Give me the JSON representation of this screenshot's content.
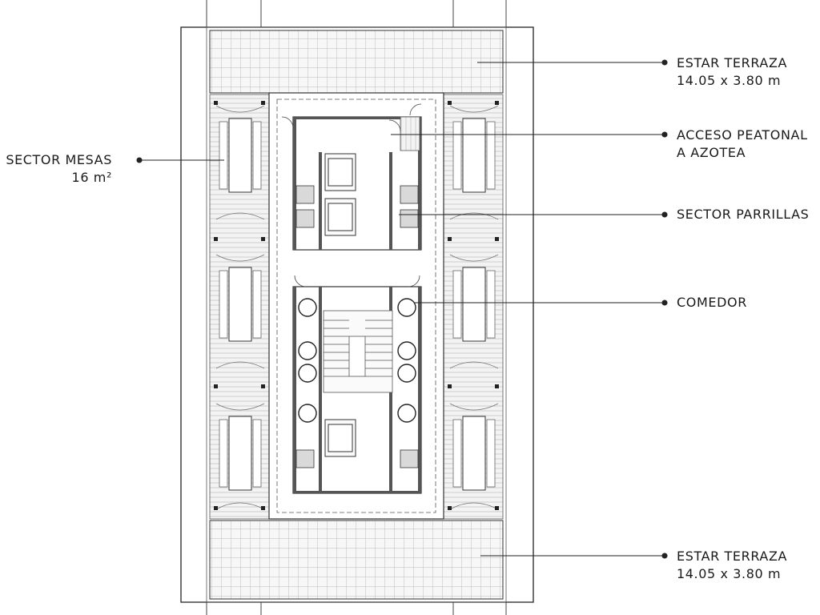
{
  "labels": {
    "estar_top": {
      "line1": "ESTAR TERRAZA",
      "line2": "14.05 x 3.80 m"
    },
    "acceso": {
      "line1": "ACCESO PEATONAL",
      "line2": "A AZOTEA"
    },
    "parrillas": {
      "line1": "SECTOR PARRILLAS"
    },
    "comedor": {
      "line1": "COMEDOR"
    },
    "estar_bottom": {
      "line1": "ESTAR TERRAZA",
      "line2": "14.05 x 3.80 m"
    },
    "mesas": {
      "line1": "SECTOR MESAS",
      "line2": "16 m²"
    }
  },
  "colors": {
    "line": "#2b2b2b",
    "grid": "#9a9a9a",
    "fill": "#f2f2f2",
    "dark": "#444444"
  }
}
